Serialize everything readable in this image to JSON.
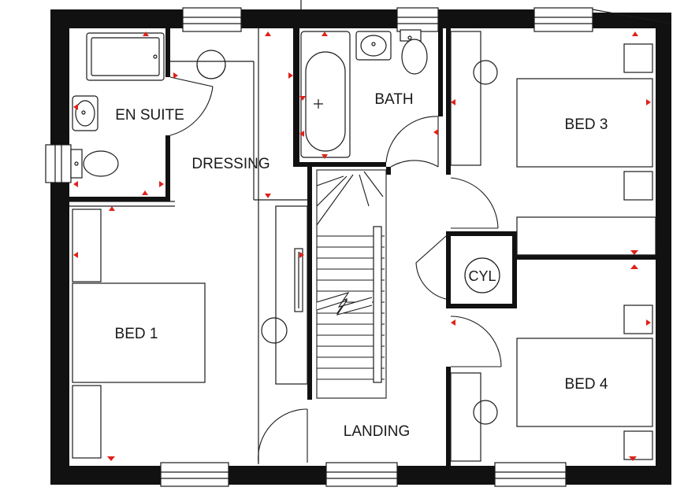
{
  "rooms": {
    "en_suite": "EN SUITE",
    "dressing": "DRESSING",
    "bath": "BATH",
    "bed3": "BED 3",
    "bed1": "BED 1",
    "bed4": "BED 4",
    "landing": "LANDING",
    "cyl": "CYL"
  },
  "colors": {
    "wall": "#111111",
    "marker": "#e0211a",
    "line": "#1a1a1a",
    "background": "#ffffff"
  },
  "icons": {
    "marker": "red-triangle-icon"
  }
}
